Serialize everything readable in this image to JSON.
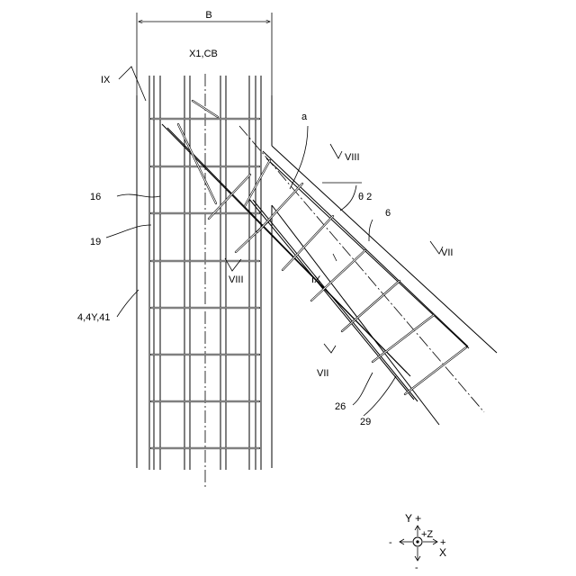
{
  "labels": {
    "B": "B",
    "x1cb": "X1,CB",
    "ix_top": "IX",
    "a": "a",
    "viii_top": "VIII",
    "theta": "θ 2",
    "n16": "16",
    "n6": "6",
    "n19": "19",
    "vii_right": "VII",
    "viii_mid": "VIII",
    "ix_mid": "IX",
    "n4": "4,4Y,41",
    "vii_left": "VII",
    "n26": "26",
    "n29": "29"
  },
  "axes": {
    "y": "Y +",
    "z": "+Z",
    "x_minus": "-",
    "x_plus": "+",
    "x": "X",
    "y_minus": "-"
  }
}
